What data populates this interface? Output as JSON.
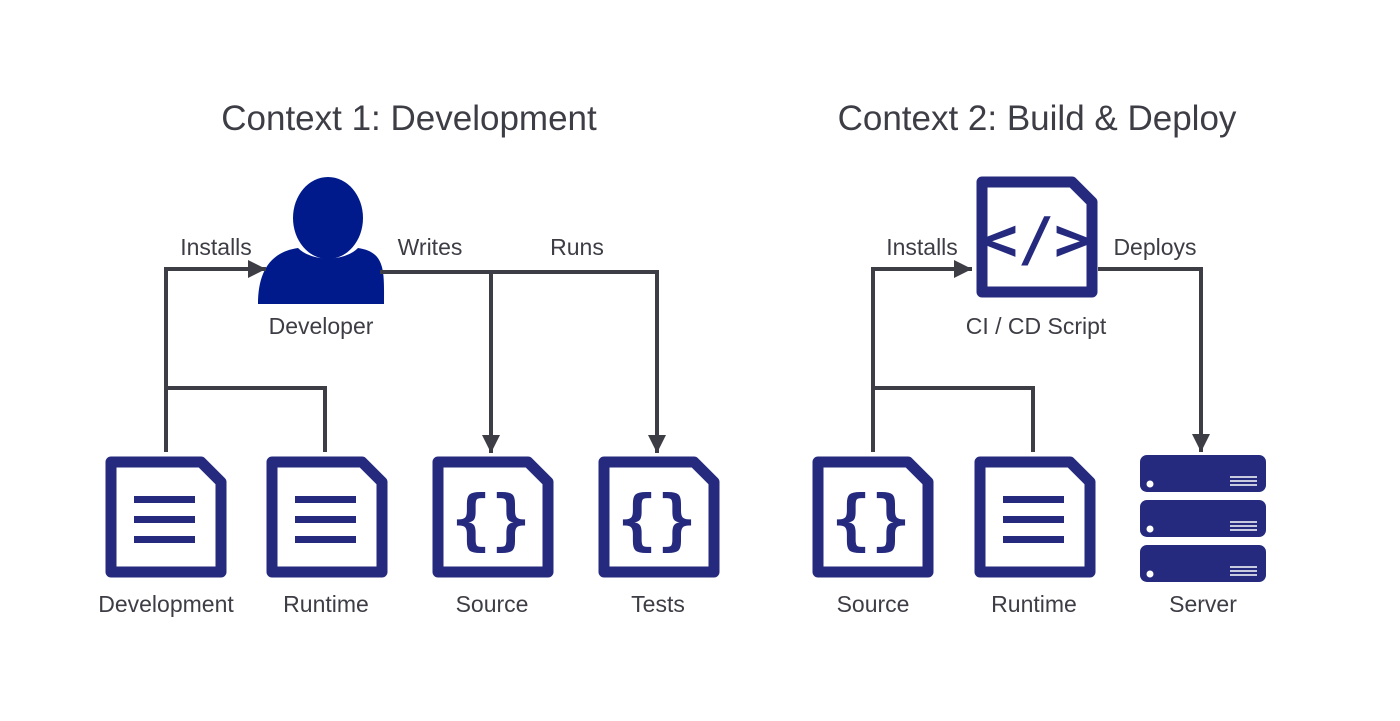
{
  "colors": {
    "icon": "#252a7e",
    "person": "#001a8c",
    "line": "#3d3d45",
    "text": "#3d3d45"
  },
  "context1": {
    "title": "Context 1: Development",
    "developer": {
      "label": "Developer",
      "icon": "person-icon"
    },
    "edges": {
      "installs": "Installs",
      "writes": "Writes",
      "runs": "Runs"
    },
    "files": [
      {
        "label": "Development",
        "icon": "list-document-icon"
      },
      {
        "label": "Runtime",
        "icon": "list-document-icon"
      },
      {
        "label": "Source",
        "icon": "code-braces-document-icon",
        "glyph": "{}"
      },
      {
        "label": "Tests",
        "icon": "code-braces-document-icon",
        "glyph": "{}"
      }
    ]
  },
  "context2": {
    "title": "Context 2: Build & Deploy",
    "script": {
      "label": "CI / CD Script",
      "icon": "code-tag-document-icon",
      "glyph": "</>"
    },
    "edges": {
      "installs": "Installs",
      "deploys": "Deploys"
    },
    "files": [
      {
        "label": "Source",
        "icon": "code-braces-document-icon",
        "glyph": "{}"
      },
      {
        "label": "Runtime",
        "icon": "list-document-icon"
      }
    ],
    "server": {
      "label": "Server",
      "icon": "server-rack-icon"
    }
  }
}
